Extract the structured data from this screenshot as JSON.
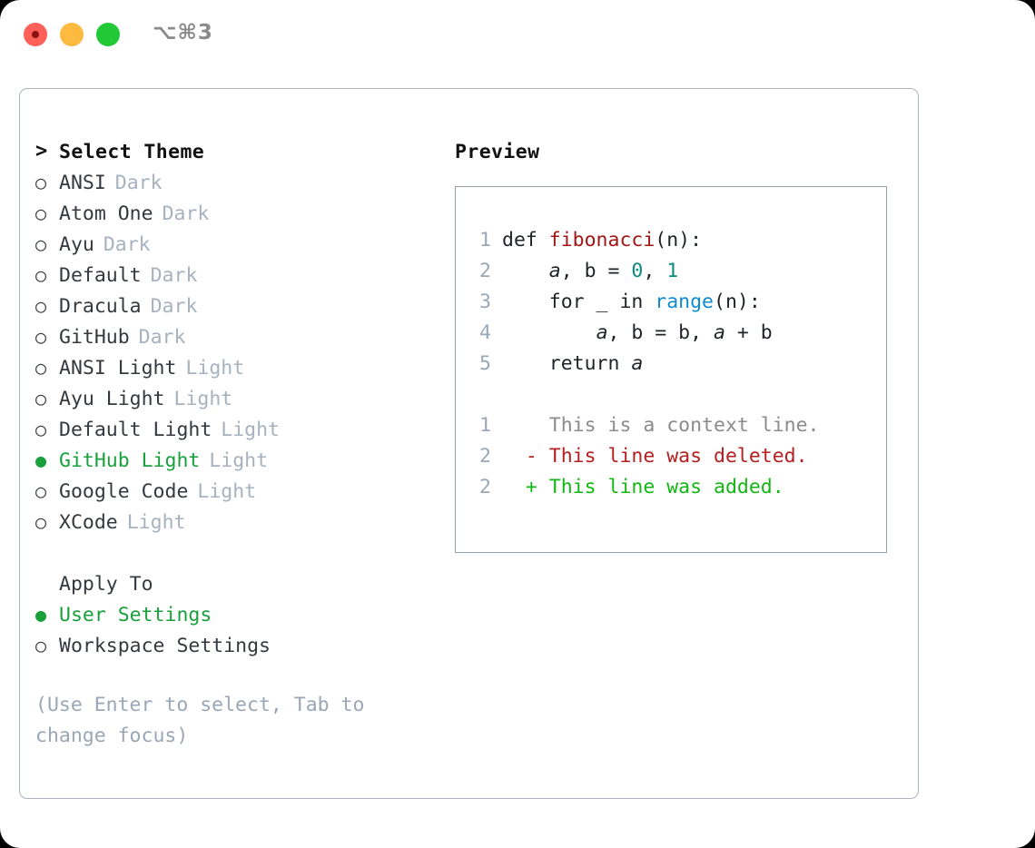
{
  "titlebar": {
    "shortcut": "⌥⌘3",
    "lights": [
      "close",
      "minimize",
      "maximize"
    ]
  },
  "left": {
    "header": {
      "prefix": ">",
      "label": "Select Theme"
    },
    "themes": [
      {
        "marker": "○",
        "label": "ANSI",
        "tag": "Dark",
        "selected": false
      },
      {
        "marker": "○",
        "label": "Atom One",
        "tag": "Dark",
        "selected": false
      },
      {
        "marker": "○",
        "label": "Ayu",
        "tag": "Dark",
        "selected": false
      },
      {
        "marker": "○",
        "label": "Default",
        "tag": "Dark",
        "selected": false
      },
      {
        "marker": "○",
        "label": "Dracula",
        "tag": "Dark",
        "selected": false
      },
      {
        "marker": "○",
        "label": "GitHub",
        "tag": "Dark",
        "selected": false
      },
      {
        "marker": "○",
        "label": "ANSI Light",
        "tag": "Light",
        "selected": false
      },
      {
        "marker": "○",
        "label": "Ayu Light",
        "tag": "Light",
        "selected": false
      },
      {
        "marker": "○",
        "label": "Default Light",
        "tag": "Light",
        "selected": false
      },
      {
        "marker": "●",
        "label": "GitHub Light",
        "tag": "Light",
        "selected": true
      },
      {
        "marker": "○",
        "label": "Google Code",
        "tag": "Light",
        "selected": false
      },
      {
        "marker": "○",
        "label": "XCode",
        "tag": "Light",
        "selected": false
      }
    ],
    "apply_to": {
      "header": "Apply To",
      "options": [
        {
          "marker": "●",
          "label": "User Settings",
          "selected": true
        },
        {
          "marker": "○",
          "label": "Workspace Settings",
          "selected": false
        }
      ]
    },
    "hint": "(Use Enter to select, Tab to change focus)"
  },
  "right": {
    "title": "Preview",
    "code_lines": [
      {
        "num": "1",
        "tokens": [
          {
            "t": "def ",
            "c": "tok-kw"
          },
          {
            "t": "fibonacci",
            "c": "tok-fn"
          },
          {
            "t": "(n):",
            "c": "tok-op"
          }
        ]
      },
      {
        "num": "2",
        "tokens": [
          {
            "t": "    ",
            "c": "tok-op"
          },
          {
            "t": "a",
            "c": "tok-var"
          },
          {
            "t": ", ",
            "c": "tok-op"
          },
          {
            "t": "b",
            "c": "tok-kw"
          },
          {
            "t": " = ",
            "c": "tok-op"
          },
          {
            "t": "0",
            "c": "tok-num"
          },
          {
            "t": ", ",
            "c": "tok-op"
          },
          {
            "t": "1",
            "c": "tok-num"
          }
        ]
      },
      {
        "num": "3",
        "tokens": [
          {
            "t": "    for _ in ",
            "c": "tok-kw"
          },
          {
            "t": "range",
            "c": "tok-call"
          },
          {
            "t": "(n):",
            "c": "tok-op"
          }
        ]
      },
      {
        "num": "4",
        "tokens": [
          {
            "t": "        ",
            "c": "tok-op"
          },
          {
            "t": "a",
            "c": "tok-var"
          },
          {
            "t": ", b = b, ",
            "c": "tok-op"
          },
          {
            "t": "a",
            "c": "tok-var"
          },
          {
            "t": " + b",
            "c": "tok-op"
          }
        ]
      },
      {
        "num": "5",
        "tokens": [
          {
            "t": "    return ",
            "c": "tok-kw"
          },
          {
            "t": "a",
            "c": "tok-var"
          }
        ]
      }
    ],
    "diff_lines": [
      {
        "num": "1",
        "sign": "  ",
        "text": "This is a context line.",
        "kind": "dline-ctx"
      },
      {
        "num": "2",
        "sign": "- ",
        "text": "This line was deleted.",
        "kind": "dline-del"
      },
      {
        "num": "2",
        "sign": "+ ",
        "text": "This line was added.",
        "kind": "dline-add"
      }
    ]
  },
  "colors": {
    "accent_green": "#19a03c",
    "muted": "#a7b2bf",
    "border": "#aab4c0",
    "diff_add": "#13b713",
    "diff_del": "#b41f1f"
  }
}
